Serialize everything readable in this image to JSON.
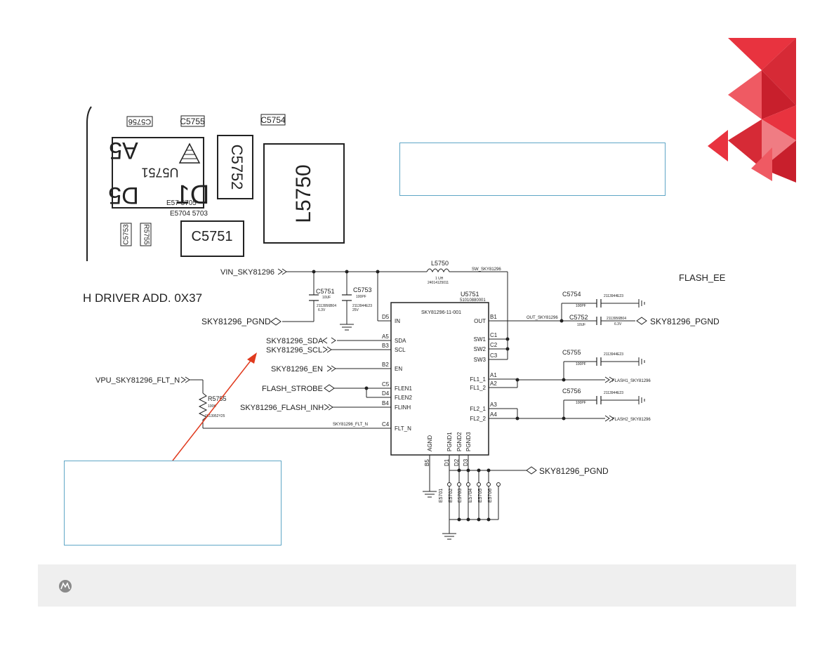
{
  "layout_view": {
    "labels": {
      "c5756": "C5756",
      "c5755": "C5755",
      "c5754": "C5754",
      "a5": "A5",
      "u5751": "U5751",
      "d5": "D5",
      "d1": "D1",
      "c5752": "C5752",
      "l5750": "L5750",
      "e57_group1": "E57 5705",
      "e57_group2": "E5704 5703",
      "c5753": "C5753",
      "r5755": "R5755",
      "c5751": "C5751"
    }
  },
  "title": "H DRIVER ADD. 0X37",
  "flash_label": "FLASH_EE",
  "nets": {
    "vin": "VIN_SKY81296",
    "pgnd_left": "SKY81296_PGND",
    "sda": "SKY81296_SDA",
    "scl": "SKY81296_SCL",
    "en": "SKY81296_EN",
    "flash_strobe": "FLASH_STROBE",
    "flash_inh": "SKY81296_FLASH_INH",
    "vpu_flt": "VPU_SKY81296_FLT_N",
    "flt_n_net": "SKY81296_FLT_N",
    "sw_net": "SW_SKY81296",
    "out_net": "OUT_SKY81296",
    "pgnd_right": "SKY81296_PGND",
    "pgnd_bottom": "SKY81296_PGND",
    "flash1": "FLASH1_SKY81296",
    "flash2": "FLASH2_SKY81296"
  },
  "ic": {
    "ref": "U5751",
    "pn": "51010880001",
    "name": "SKY81296-11-001",
    "pins_left": [
      {
        "num": "D5",
        "name": "IN"
      },
      {
        "num": "A5",
        "name": "SDA"
      },
      {
        "num": "B3",
        "name": "SCL"
      },
      {
        "num": "B2",
        "name": "EN"
      },
      {
        "num": "C5",
        "name": "FLEN1"
      },
      {
        "num": "D4",
        "name": "FLEN2"
      },
      {
        "num": "B4",
        "name": "FLINH"
      },
      {
        "num": "C4",
        "name": "FLT_N"
      }
    ],
    "pins_right": [
      {
        "num": "B1",
        "name": "OUT"
      },
      {
        "num": "C1",
        "name": "SW1"
      },
      {
        "num": "C2",
        "name": "SW2"
      },
      {
        "num": "C3",
        "name": "SW3"
      },
      {
        "num": "A1",
        "name": "FL1_1"
      },
      {
        "num": "A2",
        "name": "FL1_2"
      },
      {
        "num": "A3",
        "name": "FL2_1"
      },
      {
        "num": "A4",
        "name": "FL2_2"
      }
    ],
    "pins_bottom": [
      {
        "num": "B5",
        "name": "AGND"
      },
      {
        "num": "D1",
        "name": "PGND1"
      },
      {
        "num": "D2",
        "name": "PGND2"
      },
      {
        "num": "D3",
        "name": "PGND3"
      }
    ]
  },
  "components": {
    "c5751": {
      "ref": "C5751",
      "val": "10UF",
      "pn": "2113956B04",
      "v": "6.3V"
    },
    "c5753": {
      "ref": "C5753",
      "val": "100PF",
      "pn": "2113944E23",
      "v": "25V"
    },
    "l5750": {
      "ref": "L5750",
      "val": "1 UH",
      "pn": "24014125011"
    },
    "c5754": {
      "ref": "C5754",
      "val": "100PF",
      "pn": "2113944E23"
    },
    "c5752": {
      "ref": "C5752",
      "val": "10UF",
      "pn": "2113956B04",
      "v": "6.3V"
    },
    "c5755": {
      "ref": "C5755",
      "val": "100PF",
      "pn": "2113944E23"
    },
    "c5756": {
      "ref": "C5756",
      "val": "100PF",
      "pn": "2113944E23"
    },
    "r5755": {
      "ref": "R5755",
      "val": "100K",
      "pn": "0613952Y25"
    },
    "e_bottom": [
      "E5701",
      "E5702",
      "E5703",
      "E5704",
      "E5705",
      "E5706"
    ]
  },
  "colors": {
    "accent_red": "#e8333f",
    "note_border": "#5fa6c6",
    "arrow": "#e03a1e",
    "line": "#222222"
  },
  "footer": {
    "logo_icon": "motorola-logo-icon"
  }
}
